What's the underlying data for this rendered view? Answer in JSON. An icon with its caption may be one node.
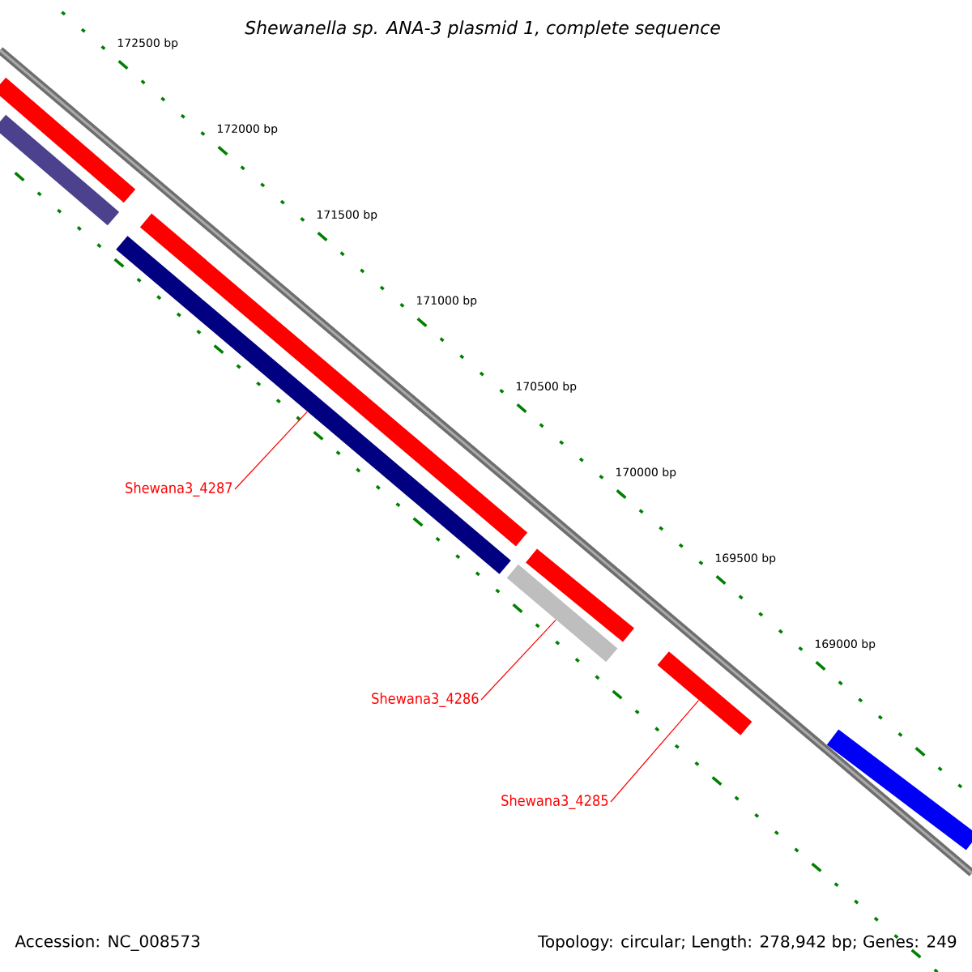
{
  "diagram": {
    "title": "Shewanella sp. ANA-3 plasmid 1, complete sequence",
    "nodes": [
      {
        "text": [
          "Shewana3_4287"
        ]
      },
      {
        "text": [
          "Shewana3_4286"
        ]
      },
      {
        "text": [
          "Shewana3_4285"
        ]
      },
      {
        "text": [],
        "shape": "bar"
      },
      {
        "text": [],
        "shape": "bar"
      },
      {
        "text": [],
        "shape": "bar"
      }
    ],
    "edges": [
      {
        "from": 0,
        "to": 3,
        "arrow": "none"
      },
      {
        "from": 1,
        "to": 4,
        "arrow": "none"
      },
      {
        "from": 2,
        "to": 5,
        "arrow": "none"
      }
    ],
    "labels": [
      "172500 bp",
      "172000 bp",
      "171500 bp",
      "171000 bp",
      "170500 bp",
      "170000 bp",
      "169500 bp",
      "169000 bp",
      "Accession: NC_008573",
      "Topology: circular; Length: 278,942 bp; Genes: 249"
    ]
  }
}
